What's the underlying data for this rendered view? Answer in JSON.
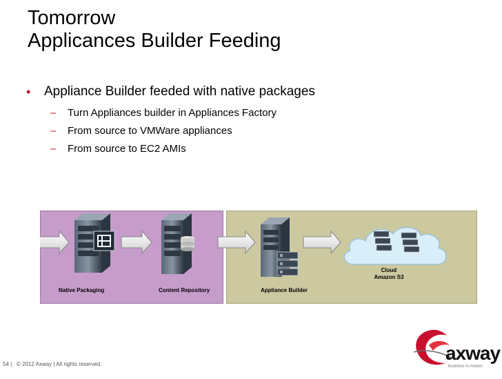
{
  "slide": {
    "title_line1": "Tomorrow",
    "title_line2": "Applicances Builder Feeding",
    "bullet": "Appliance Builder feeded with native packages",
    "sub_items": [
      "Turn Appliances builder in Appliances Factory",
      "From source to VMWare appliances",
      "From source to EC2 AMIs"
    ]
  },
  "diagram": {
    "labels": {
      "native": "Native Packaging",
      "content": "Content Repository",
      "builder": "Appliance Builder",
      "cloud_line1": "Cloud",
      "cloud_line2": "Amazon S3"
    },
    "colors": {
      "left_panel": "#c69ccb",
      "right_panel": "#ccc9a0",
      "server": "#3e4a57",
      "cloud": "#d9eef8"
    }
  },
  "footer": {
    "page": "54",
    "copyright": "© 2012 Axway | All rights reserved."
  },
  "logo": {
    "word": "axway",
    "tagline": "business in motion"
  }
}
